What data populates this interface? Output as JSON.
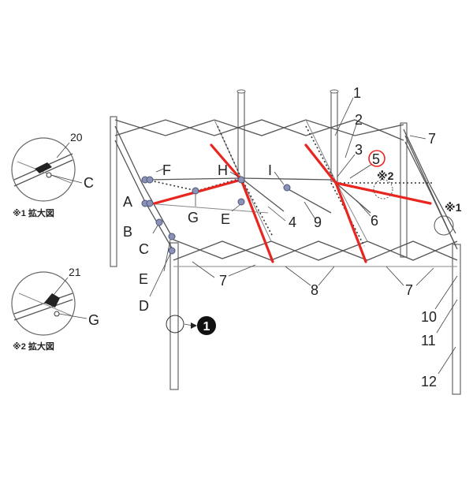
{
  "letters": {
    "A": "A",
    "B": "B",
    "C_main": "C",
    "C_inset": "C",
    "D": "D",
    "E_left": "E",
    "E_mid": "E",
    "F": "F",
    "G_main": "G",
    "G_inset": "G",
    "H": "H",
    "I": "I"
  },
  "numbers": {
    "n1": "1",
    "n2": "2",
    "n3": "3",
    "n4": "4",
    "n5": "5",
    "n6": "6",
    "n7_right": "7",
    "n7_bottom_left": "7",
    "n7_bottom_right": "7",
    "n8": "8",
    "n9": "9",
    "n10": "10",
    "n11": "11",
    "n12": "12",
    "n20": "20",
    "n21": "21"
  },
  "marks": {
    "ref1": "※1",
    "ref2": "※2",
    "circled1": "1"
  },
  "captions": {
    "inset1": "※1 拡大図",
    "inset2": "※2 拡大図"
  },
  "colors": {
    "highlight": "#e8261f",
    "joint": "#8a93b5",
    "frame": "#555555"
  }
}
